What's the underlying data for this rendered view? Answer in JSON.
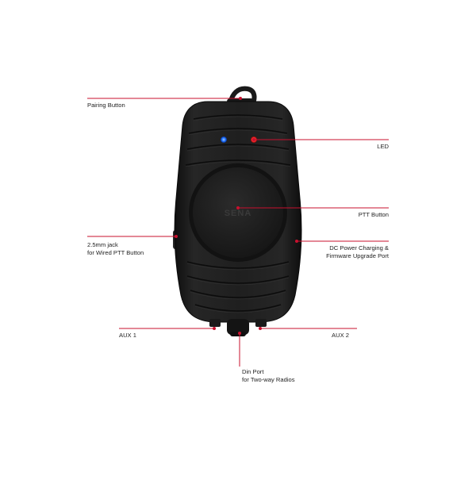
{
  "colors": {
    "callout": "#c8102e",
    "body": "#1c1c1c",
    "led_blue": "#1f6fff",
    "led_red": "#ff2a2a"
  },
  "device": {
    "brand_mark": "SENA"
  },
  "callouts": {
    "pairing_button": "Pairing Button",
    "led": "LED",
    "ptt_button": "PTT Button",
    "jack_line1": "2.5mm jack",
    "jack_line2": "for Wired PTT Button",
    "dc_line1": "DC Power Charging &",
    "dc_line2": "Firmware Upgrade Port",
    "aux1": "AUX 1",
    "aux2": "AUX 2",
    "din_line1": "Din Port",
    "din_line2": "for Two-way Radios"
  }
}
